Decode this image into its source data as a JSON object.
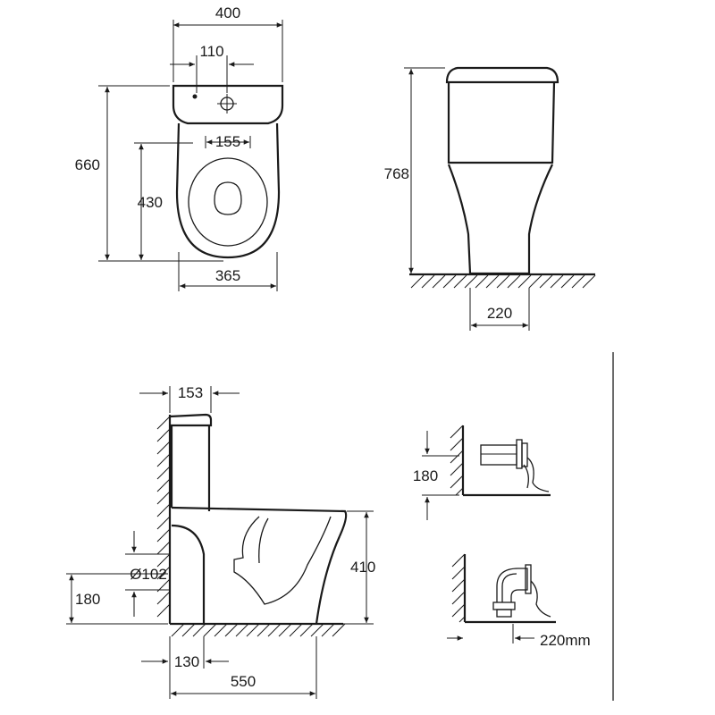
{
  "dimensions": {
    "top_width": "400",
    "tank_hole_spacing": "110",
    "seat_hole_spacing": "155",
    "total_depth": "660",
    "seat_depth": "430",
    "base_width": "365",
    "total_height": "768",
    "front_base_width": "220",
    "tank_depth": "153",
    "pan_height": "410",
    "outlet_diameter": "Ø102",
    "outlet_height": "180",
    "outlet_offset": "130",
    "side_depth": "550",
    "p_trap_height": "180",
    "s_trap_offset": "220mm"
  }
}
